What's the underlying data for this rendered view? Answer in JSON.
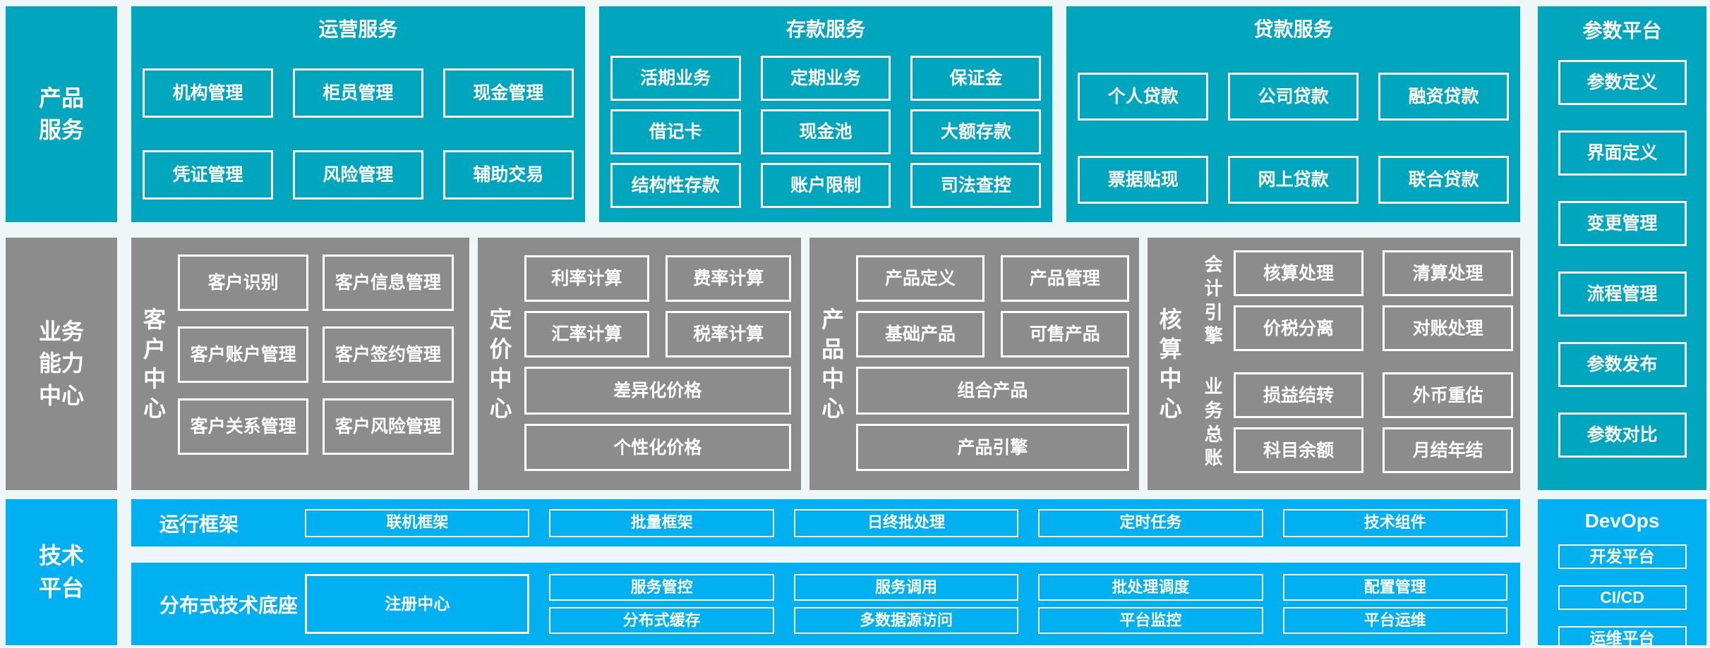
{
  "colors": {
    "teal": "#00A6BE",
    "gray": "#8C8C8C",
    "blue": "#00B0F0",
    "background": "#EFF6F8",
    "box_border": "#FFFFFF",
    "text": "#FFFFFF"
  },
  "sidebar": {
    "product": "产品\n服务",
    "business": "业务\n能力\n中心",
    "tech": "技术\n平台"
  },
  "operations": {
    "title": "运营服务",
    "items": [
      "机构管理",
      "柜员管理",
      "现金管理",
      "凭证管理",
      "风险管理",
      "辅助交易"
    ]
  },
  "deposit": {
    "title": "存款服务",
    "items": [
      "活期业务",
      "定期业务",
      "保证金",
      "借记卡",
      "现金池",
      "大额存款",
      "结构性存款",
      "账户限制",
      "司法查控"
    ]
  },
  "loan": {
    "title": "贷款服务",
    "items": [
      "个人贷款",
      "公司贷款",
      "融资贷款",
      "票据贴现",
      "网上贷款",
      "联合贷款"
    ]
  },
  "parameter": {
    "title": "参数平台",
    "items": [
      "参数定义",
      "界面定义",
      "变更管理",
      "流程管理",
      "参数发布",
      "参数对比"
    ]
  },
  "customer": {
    "label": "客户中心",
    "items": [
      "客户识别",
      "客户信息管理",
      "客户账户管理",
      "客户签约管理",
      "客户关系管理",
      "客户风险管理"
    ]
  },
  "pricing": {
    "label": "定价中心",
    "items": [
      "利率计算",
      "费率计算",
      "汇率计算",
      "税率计算"
    ],
    "wide_items": [
      "差异化价格",
      "个性化价格"
    ]
  },
  "product_center": {
    "label": "产品中心",
    "items": [
      "产品定义",
      "产品管理",
      "基础产品",
      "可售产品"
    ],
    "wide_items": [
      "组合产品",
      "产品引擎"
    ]
  },
  "accounting": {
    "label": "核算中心",
    "groups": [
      {
        "label": "会计引擎",
        "items": [
          "核算处理",
          "清算处理",
          "价税分离",
          "对账处理"
        ]
      },
      {
        "label": "业务总账",
        "items": [
          "损益结转",
          "外币重估",
          "科目余额",
          "月结年结"
        ]
      }
    ]
  },
  "runtime": {
    "label": "运行框架",
    "items": [
      "联机框架",
      "批量框架",
      "日终批处理",
      "定时任务",
      "技术组件"
    ]
  },
  "distributed": {
    "label": "分布式技术底座",
    "registry": "注册中心",
    "rows": [
      [
        "服务管控",
        "服务调用",
        "批处理调度",
        "配置管理"
      ],
      [
        "分布式缓存",
        "多数据源访问",
        "平台监控",
        "平台运维"
      ]
    ]
  },
  "devops": {
    "title": "DevOps",
    "items": [
      "开发平台",
      "CI/CD",
      "运维平台"
    ]
  }
}
